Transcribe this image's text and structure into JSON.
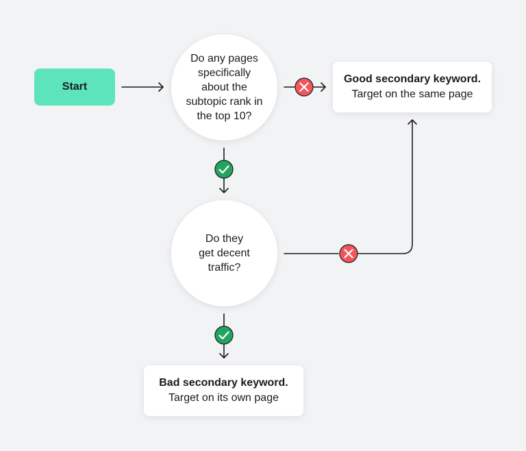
{
  "start": {
    "label": "Start"
  },
  "question_1": {
    "text": "Do any pages\nspecifically\nabout the\nsubtopic rank in\nthe top 10?"
  },
  "question_2": {
    "text": "Do they\nget decent\ntraffic?"
  },
  "result_good": {
    "title": "Good secondary keyword.",
    "subtitle": "Target on the same page"
  },
  "result_bad": {
    "title": "Bad secondary keyword.",
    "subtitle": "Target on its own page"
  },
  "colors": {
    "background": "#f2f3f5",
    "start_fill": "#5ee4bd",
    "yes_badge": "#21a45f",
    "no_badge": "#f0565c",
    "line": "#1b1b1b"
  },
  "icons": {
    "yes": "check-icon",
    "no": "cross-icon"
  }
}
